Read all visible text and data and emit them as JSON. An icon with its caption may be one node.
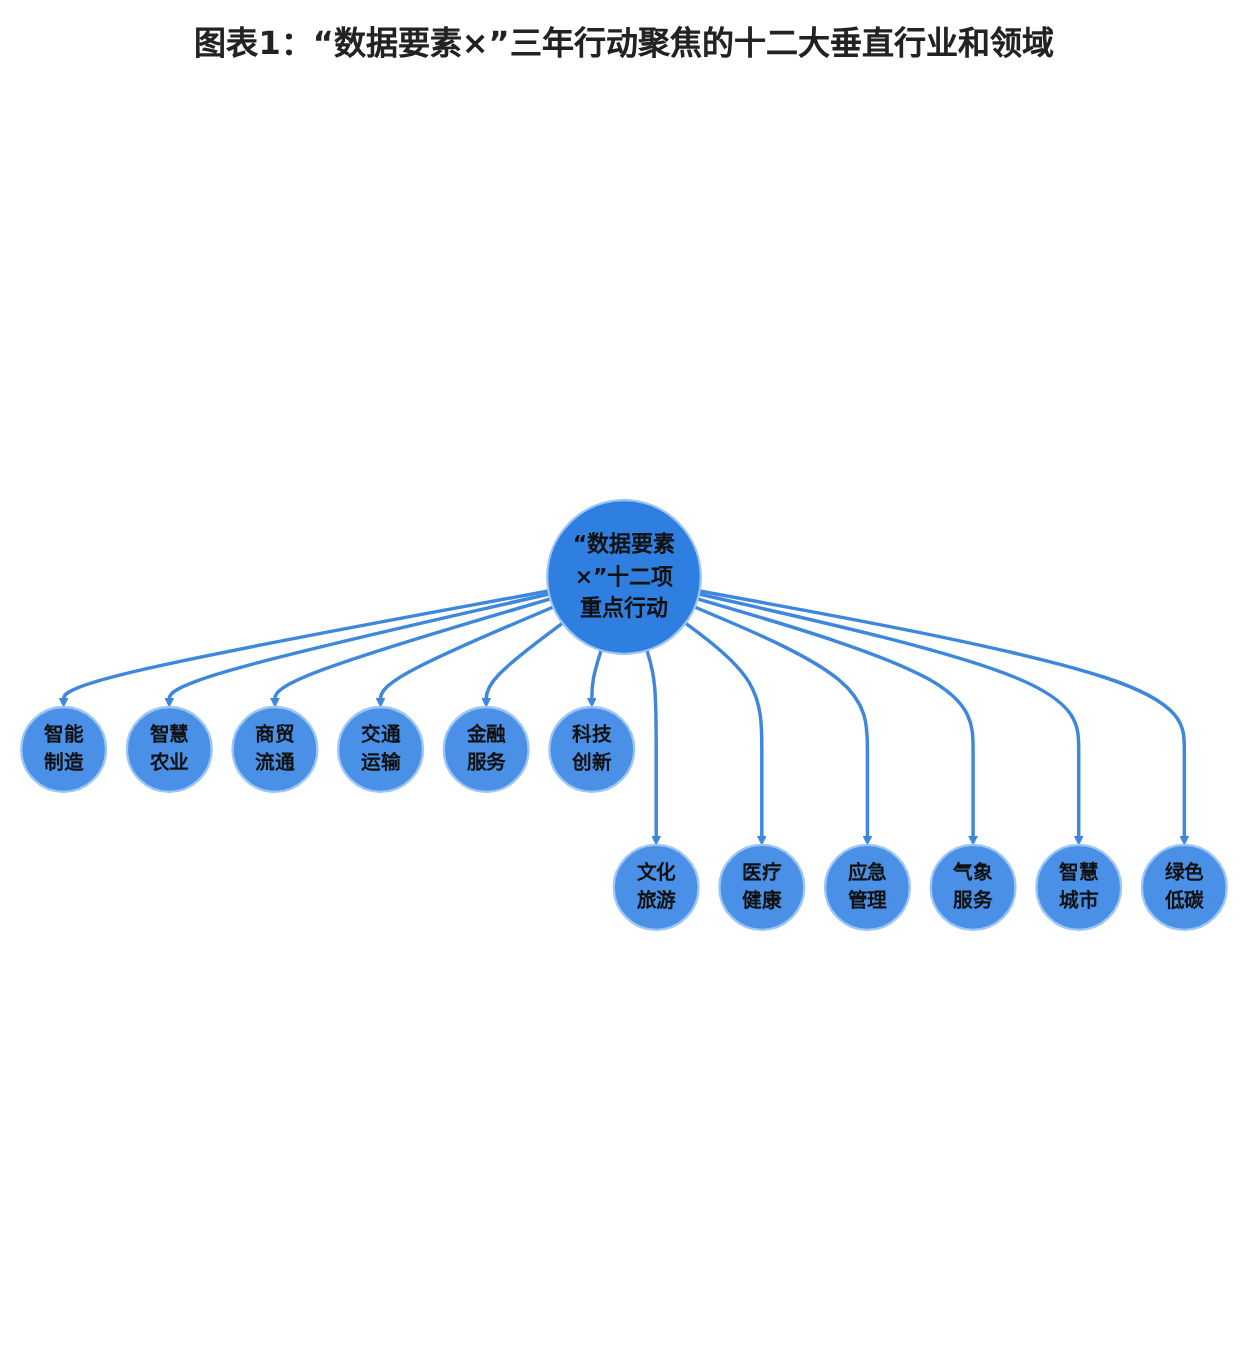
{
  "diagram": {
    "title": "图表1：“数据要素×”三年行动聚焦的十二大垂直行业和领域",
    "nodes": [
      {
        "text": [
          "“数据要素×”十二项重点行动"
        ]
      },
      {
        "text": [
          "智能制造"
        ]
      },
      {
        "text": [
          "智慧农业"
        ]
      },
      {
        "text": [
          "商贸流通"
        ]
      },
      {
        "text": [
          "交通运输"
        ]
      },
      {
        "text": [
          "金融服务"
        ]
      },
      {
        "text": [
          "科技创新"
        ]
      },
      {
        "text": [
          "文化旅游"
        ]
      },
      {
        "text": [
          "医疗健康"
        ]
      },
      {
        "text": [
          "应急管理"
        ]
      },
      {
        "text": [
          "气象服务"
        ]
      },
      {
        "text": [
          "智慧城市"
        ]
      },
      {
        "text": [
          "绿色低碳"
        ]
      }
    ],
    "edges": [
      {
        "from": 0,
        "to": 1,
        "arrow": "to"
      },
      {
        "from": 0,
        "to": 2,
        "arrow": "to"
      },
      {
        "from": 0,
        "to": 3,
        "arrow": "to"
      },
      {
        "from": 0,
        "to": 4,
        "arrow": "to"
      },
      {
        "from": 0,
        "to": 5,
        "arrow": "to"
      },
      {
        "from": 0,
        "to": 6,
        "arrow": "to"
      },
      {
        "from": 0,
        "to": 7,
        "arrow": "to"
      },
      {
        "from": 0,
        "to": 8,
        "arrow": "to"
      },
      {
        "from": 0,
        "to": 9,
        "arrow": "to"
      },
      {
        "from": 0,
        "to": 10,
        "arrow": "to"
      },
      {
        "from": 0,
        "to": 11,
        "arrow": "to"
      },
      {
        "from": 0,
        "to": 12,
        "arrow": "to"
      }
    ]
  }
}
